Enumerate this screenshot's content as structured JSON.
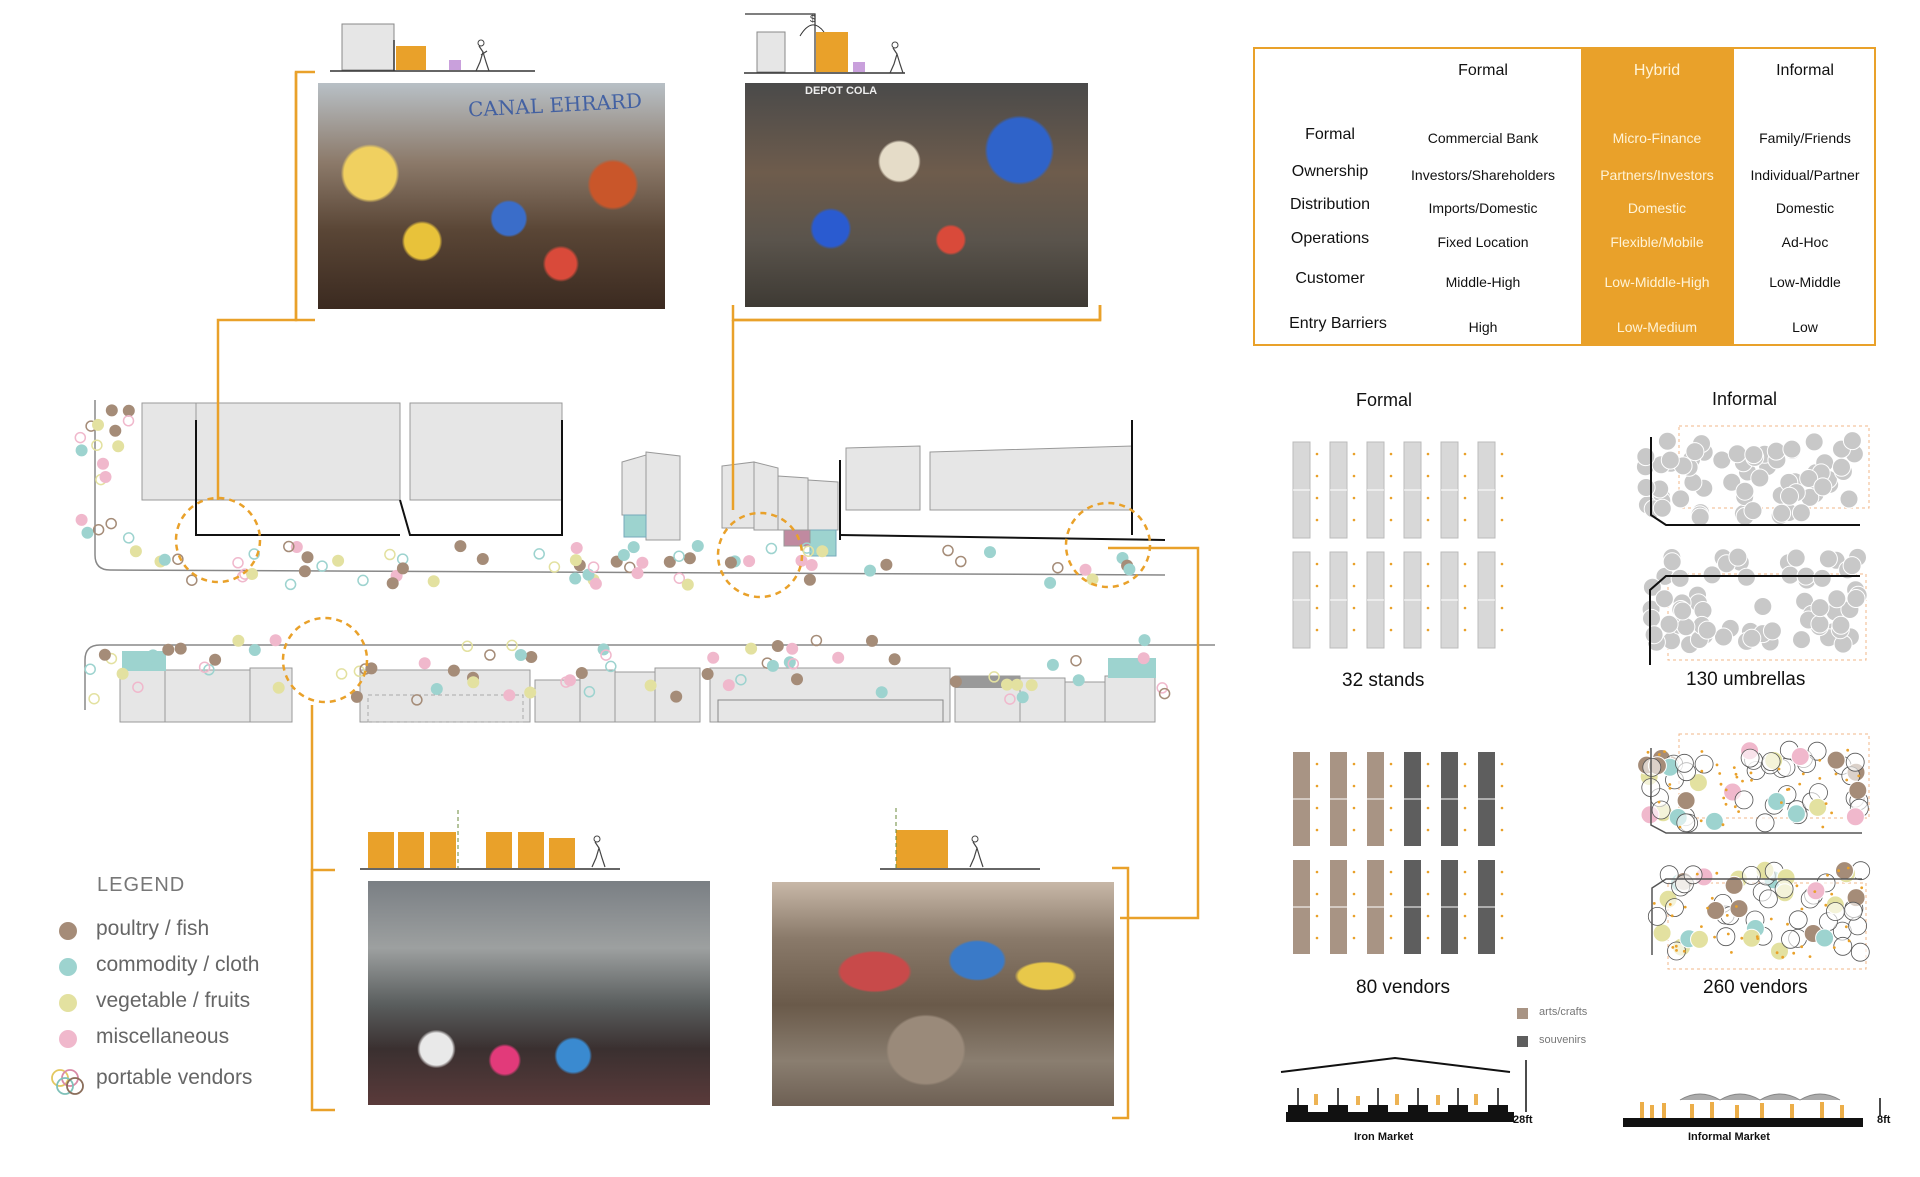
{
  "table": {
    "col_headers": [
      "Formal",
      "Hybrid",
      "Informal"
    ],
    "row_labels": [
      "Formal",
      "Ownership",
      "Distribution",
      "Operations",
      "Customer",
      "Entry Barriers"
    ],
    "formal": [
      "Commercial Bank",
      "Investors/Shareholders",
      "Imports/Domestic",
      "Fixed Location",
      "Middle-High",
      "High"
    ],
    "hybrid": [
      "Micro-Finance",
      "Partners/Investors",
      "Domestic",
      "Flexible/Mobile",
      "Low-Middle-High",
      "Low-Medium"
    ],
    "informal": [
      "Family/Friends",
      "Individual/Partner",
      "Domestic",
      "Ad-Hoc",
      "Low-Middle",
      "Low"
    ],
    "hybrid_color": "#e9a12a",
    "border_color": "#e9a12a"
  },
  "layouts": {
    "formal_title": "Formal",
    "informal_title": "Informal",
    "stands_label": "32 stands",
    "umbrellas_label": "130 umbrellas",
    "formal_vendors_label": "80 vendors",
    "informal_vendors_label": "260 vendors",
    "legend_arts": "arts/crafts",
    "legend_souvenirs": "souvenirs",
    "arts_color": "#a89484",
    "souvenirs_color": "#5e5e5e"
  },
  "sections": {
    "iron_market_label": "Iron Market",
    "iron_height": "28ft",
    "informal_market_label": "Informal Market",
    "informal_height": "8ft"
  },
  "legend": {
    "title": "LEGEND",
    "items": [
      {
        "label": "poultry / fish",
        "color": "#a58c78"
      },
      {
        "label": "commodity / cloth",
        "color": "#9dd3cf"
      },
      {
        "label": "vegetable / fruits",
        "color": "#e3e1a0"
      },
      {
        "label": "miscellaneous",
        "color": "#f0b8cc"
      },
      {
        "label": "portable vendors",
        "color": "mixed"
      }
    ]
  },
  "photos": {
    "photo1_sign": "CANAL EHRARD",
    "photo2_sign": "DEPOT COLA"
  },
  "accent_color": "#e9a12a"
}
